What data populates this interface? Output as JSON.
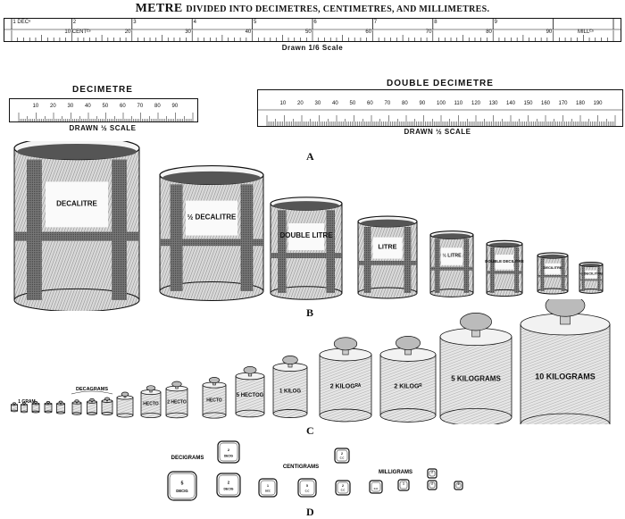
{
  "title": {
    "main": "METRE",
    "rest": "divided into Decimetres, Centimetres, and Millimetres."
  },
  "metre_ruler": {
    "dec_labels": [
      "1 DECᵉ",
      "2",
      "3",
      "4",
      "5",
      "6",
      "7",
      "8",
      "9"
    ],
    "cm_labels": [
      "10 CENTᴱˢ",
      "20",
      "30",
      "40",
      "50",
      "60",
      "70",
      "80",
      "90"
    ],
    "mill_label": "MILLᴱˢ",
    "caption_prefix": "Drawn",
    "caption_fraction": "1/6",
    "caption_suffix": "Scale"
  },
  "decimetre": {
    "title": "Decimetre",
    "numbers": [
      "10",
      "20",
      "30",
      "40",
      "50",
      "60",
      "70",
      "80",
      "90"
    ],
    "caption": "Drawn ½ Scale"
  },
  "double_decimetre": {
    "title": "Double Decimetre",
    "numbers": [
      "10",
      "20",
      "30",
      "40",
      "50",
      "60",
      "70",
      "80",
      "90",
      "100",
      "110",
      "120",
      "130",
      "140",
      "150",
      "160",
      "170",
      "180",
      "190"
    ],
    "caption": "Drawn ½ Scale"
  },
  "section_letters": [
    "A",
    "B",
    "C",
    "D"
  ],
  "measures": [
    {
      "label": "DECALITRE"
    },
    {
      "label": "½ DECALITRE"
    },
    {
      "label": "DOUBLE LITRE"
    },
    {
      "label": "LITRE"
    },
    {
      "label": "½ LITRE"
    },
    {
      "label": "DOUBLE DECILITRE"
    },
    {
      "label": "DECILITRE"
    },
    {
      "label": "½ DECILITRE"
    }
  ],
  "weights": {
    "gram_label": "1 GRAM",
    "decagrams_label": "DECAGRAMS",
    "items": [
      {
        "label": "HECTO"
      },
      {
        "label": "2 HECTO"
      },
      {
        "label": "HECTO"
      },
      {
        "label": "5 HECTOG"
      },
      {
        "label": "1 KILOG"
      },
      {
        "label": "2 KILOGᴿᴬ"
      },
      {
        "label": "2 KILOGᴿ"
      },
      {
        "label": "5 KILOGRAMS"
      },
      {
        "label": "10 KILOGRAMS"
      }
    ]
  },
  "small_weights": {
    "decigrams_label": "DECIGRAMS",
    "centigrams_label": "CENTIGRAMS",
    "milligrams_label": "MILLIGRAMS",
    "decig": [
      {
        "n": "2",
        "u": "DECIG"
      },
      {
        "n": "5",
        "u": "DECIG"
      },
      {
        "n": "2",
        "u": "DECIG"
      }
    ],
    "centig": [
      {
        "n": "1",
        "u": "DEC"
      },
      {
        "n": "5",
        "u": "C.C"
      },
      {
        "n": "2",
        "u": "C.C"
      },
      {
        "n": "2",
        "u": "C.C"
      },
      {
        "n": "",
        "u": "C.C"
      }
    ],
    "millig": [
      {
        "n": "1",
        "u": ""
      },
      {
        "n": "2",
        "u": ""
      },
      {
        "n": "2",
        "u": ""
      },
      {
        "n": "5",
        "u": ""
      }
    ]
  }
}
